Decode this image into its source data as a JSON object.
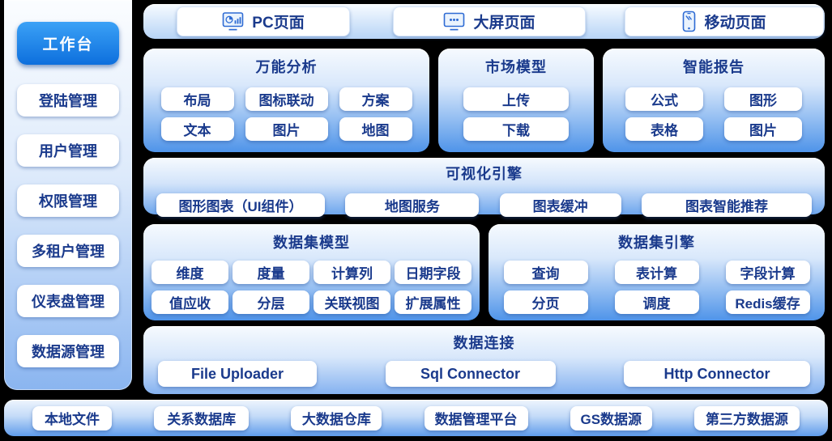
{
  "colors": {
    "accent_blue": "#1479e8",
    "panel_blue": "#4f94e9",
    "text_navy": "#1a3a8c",
    "background": "#000000",
    "button_white": "#ffffff"
  },
  "sidebar": {
    "active_item": "工作台",
    "items": [
      "登陆管理",
      "用户管理",
      "权限管理",
      "多租户管理",
      "仪表盘管理",
      "数据源管理"
    ]
  },
  "top_bar": {
    "items": [
      {
        "icon": "pc-monitor-chart-icon",
        "label": "PC页面"
      },
      {
        "icon": "large-screen-monitor-icon",
        "label": "大屏页面"
      },
      {
        "icon": "mobile-phone-icon",
        "label": "移动页面"
      }
    ]
  },
  "sections": {
    "analysis": {
      "title": "万能分析",
      "buttons": [
        "布局",
        "图标联动",
        "方案",
        "文本",
        "图片",
        "地图"
      ]
    },
    "market_model": {
      "title": "市场模型",
      "buttons": [
        "上传",
        "下载"
      ]
    },
    "smart_report": {
      "title": "智能报告",
      "buttons": [
        "公式",
        "图形",
        "表格",
        "图片"
      ]
    },
    "visual_engine": {
      "title": "可视化引擎",
      "buttons": [
        "图形图表（UI组件）",
        "地图服务",
        "图表缓冲",
        "图表智能推荐"
      ]
    },
    "dataset_model": {
      "title": "数据集模型",
      "buttons": [
        "维度",
        "度量",
        "计算列",
        "日期字段",
        "值应收",
        "分层",
        "关联视图",
        "扩展属性"
      ]
    },
    "dataset_engine": {
      "title": "数据集引擎",
      "buttons": [
        "查询",
        "表计算",
        "字段计算",
        "分页",
        "调度",
        "Redis缓存"
      ]
    },
    "data_connection": {
      "title": "数据连接",
      "buttons": [
        "File Uploader",
        "Sql Connector",
        "Http Connector"
      ]
    }
  },
  "bottom_bar": {
    "items": [
      "本地文件",
      "关系数据库",
      "大数据仓库",
      "数据管理平台",
      "GS数据源",
      "第三方数据源"
    ]
  }
}
